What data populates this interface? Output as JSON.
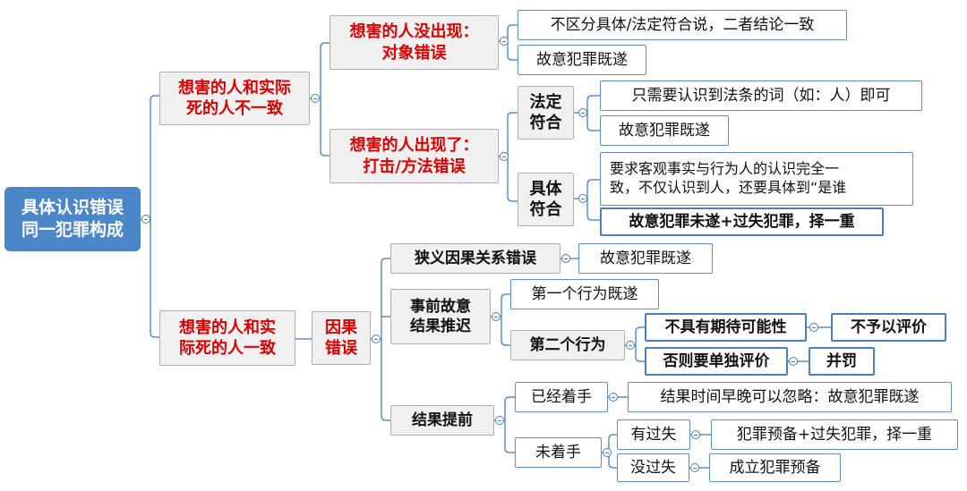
{
  "root": "具体认识错误\n同一犯罪构成",
  "branch_a": {
    "label": "想害的人和实际\n死的人不一致",
    "object_error": {
      "label": "想害的人没出现：\n对象错误",
      "leaves": [
        "不区分具体/法定符合说，二者结论一致",
        "故意犯罪既遂"
      ]
    },
    "strike_error": {
      "label": "想害的人出现了：\n打击/方法错误",
      "legal": {
        "label": "法定\n符合",
        "leaves": [
          "只需要认识到法条的词（如：人）即可",
          "故意犯罪既遂"
        ]
      },
      "concrete": {
        "label": "具体\n符合",
        "leaves": [
          "要求客观事实与行为人的认识完全一\n致，不仅认识到人，还要具体到“是谁",
          "故意犯罪未遂+过失犯罪，择一重"
        ]
      }
    }
  },
  "branch_b": {
    "label": "想害的人和实\n际死的人一致",
    "causal": {
      "label": "因果\n错误",
      "narrow": {
        "label": "狭义因果关系错误",
        "leaf": "故意犯罪既遂"
      },
      "delayed": {
        "label": "事前故意\n结果推迟",
        "first": "第一个行为既遂",
        "second": {
          "label": "第二个行为",
          "no_expect": {
            "label": "不具有期待可能性",
            "result": "不予以评价"
          },
          "otherwise": {
            "label": "否则要单独评价",
            "result": "并罚"
          }
        }
      },
      "advanced": {
        "label": "结果提前",
        "started": {
          "label": "已经着手",
          "result": "结果时间早晚可以忽略：故意犯罪既遂"
        },
        "not_started": {
          "label": "未着手",
          "negligent": {
            "label": "有过失",
            "result": "犯罪预备+过失犯罪，择一重"
          },
          "not_negligent": {
            "label": "没过失",
            "result": "成立犯罪预备"
          }
        }
      }
    }
  }
}
